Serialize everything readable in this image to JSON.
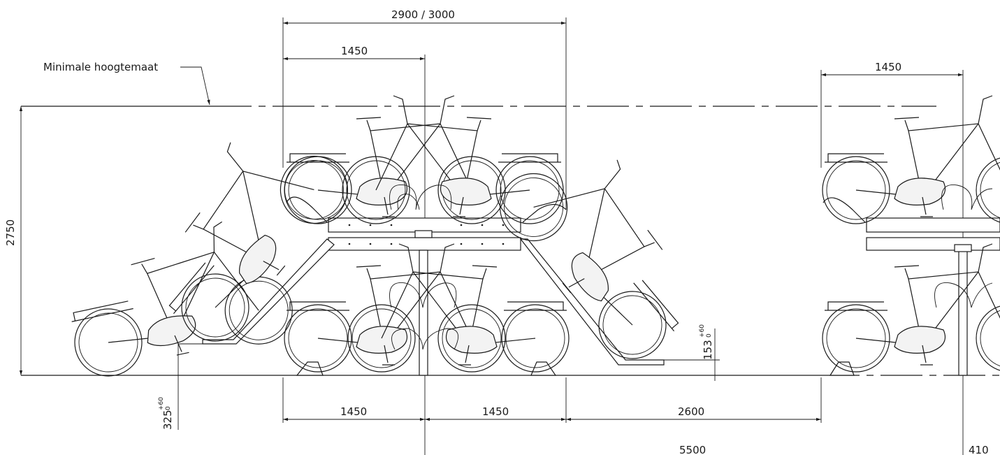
{
  "labels": {
    "min_height": "Minimale hoogtemaat"
  },
  "dimensions": {
    "top_total": "2900 / 3000",
    "top_half_left": "1450",
    "top_half_right": "1450",
    "height_total": "2750",
    "bottom_left": "1450",
    "bottom_mid": "1450",
    "bottom_gap": "2600",
    "bottom_total": "5500",
    "bottom_edge": "410",
    "lower_height": "325",
    "upper_offset": "153",
    "tolerance_plus": "+60",
    "tolerance_zero": "0"
  }
}
